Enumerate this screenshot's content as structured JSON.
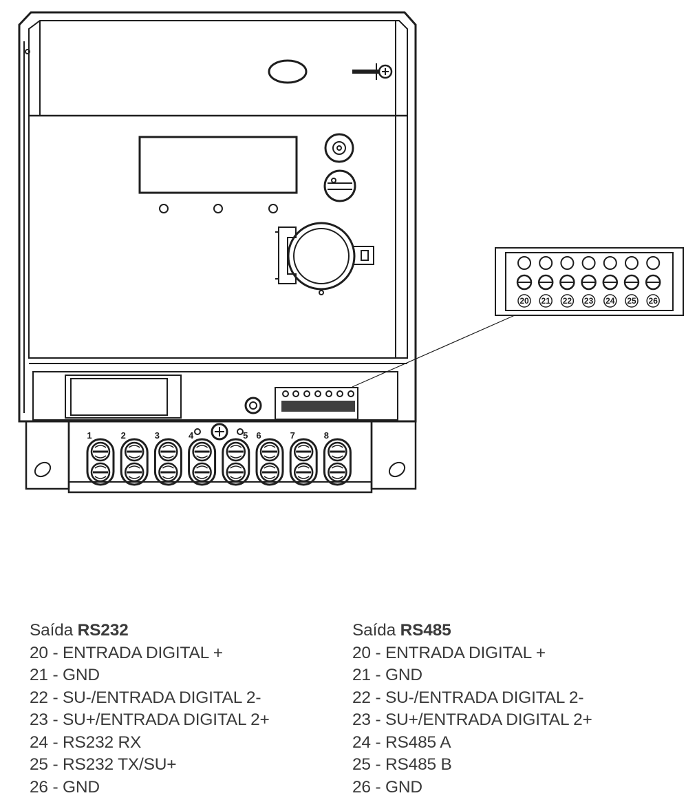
{
  "terminal_numbers": [
    "1",
    "2",
    "3",
    "4",
    "5",
    "6",
    "7",
    "8"
  ],
  "connector_numbers": [
    "20",
    "21",
    "22",
    "23",
    "24",
    "25",
    "26"
  ],
  "outputs": [
    {
      "prefix": "Saída",
      "name": "RS232",
      "items": [
        "20 - ENTRADA DIGITAL +",
        "21 - GND",
        "22 - SU-/ENTRADA DIGITAL 2-",
        "23 - SU+/ENTRADA DIGITAL 2+",
        "24 - RS232 RX",
        "25 - RS232 TX/SU+",
        "26 - GND"
      ]
    },
    {
      "prefix": "Saída",
      "name": "RS485",
      "items": [
        "20 - ENTRADA DIGITAL +",
        "21 - GND",
        "22 - SU-/ENTRADA DIGITAL 2-",
        "23 - SU+/ENTRADA DIGITAL 2+",
        "24 - RS485 A",
        "25 - RS485 B",
        "26 - GND"
      ]
    }
  ],
  "colors": {
    "line": "#1e1e1e",
    "text": "#3a3a3a",
    "background": "#ffffff"
  }
}
